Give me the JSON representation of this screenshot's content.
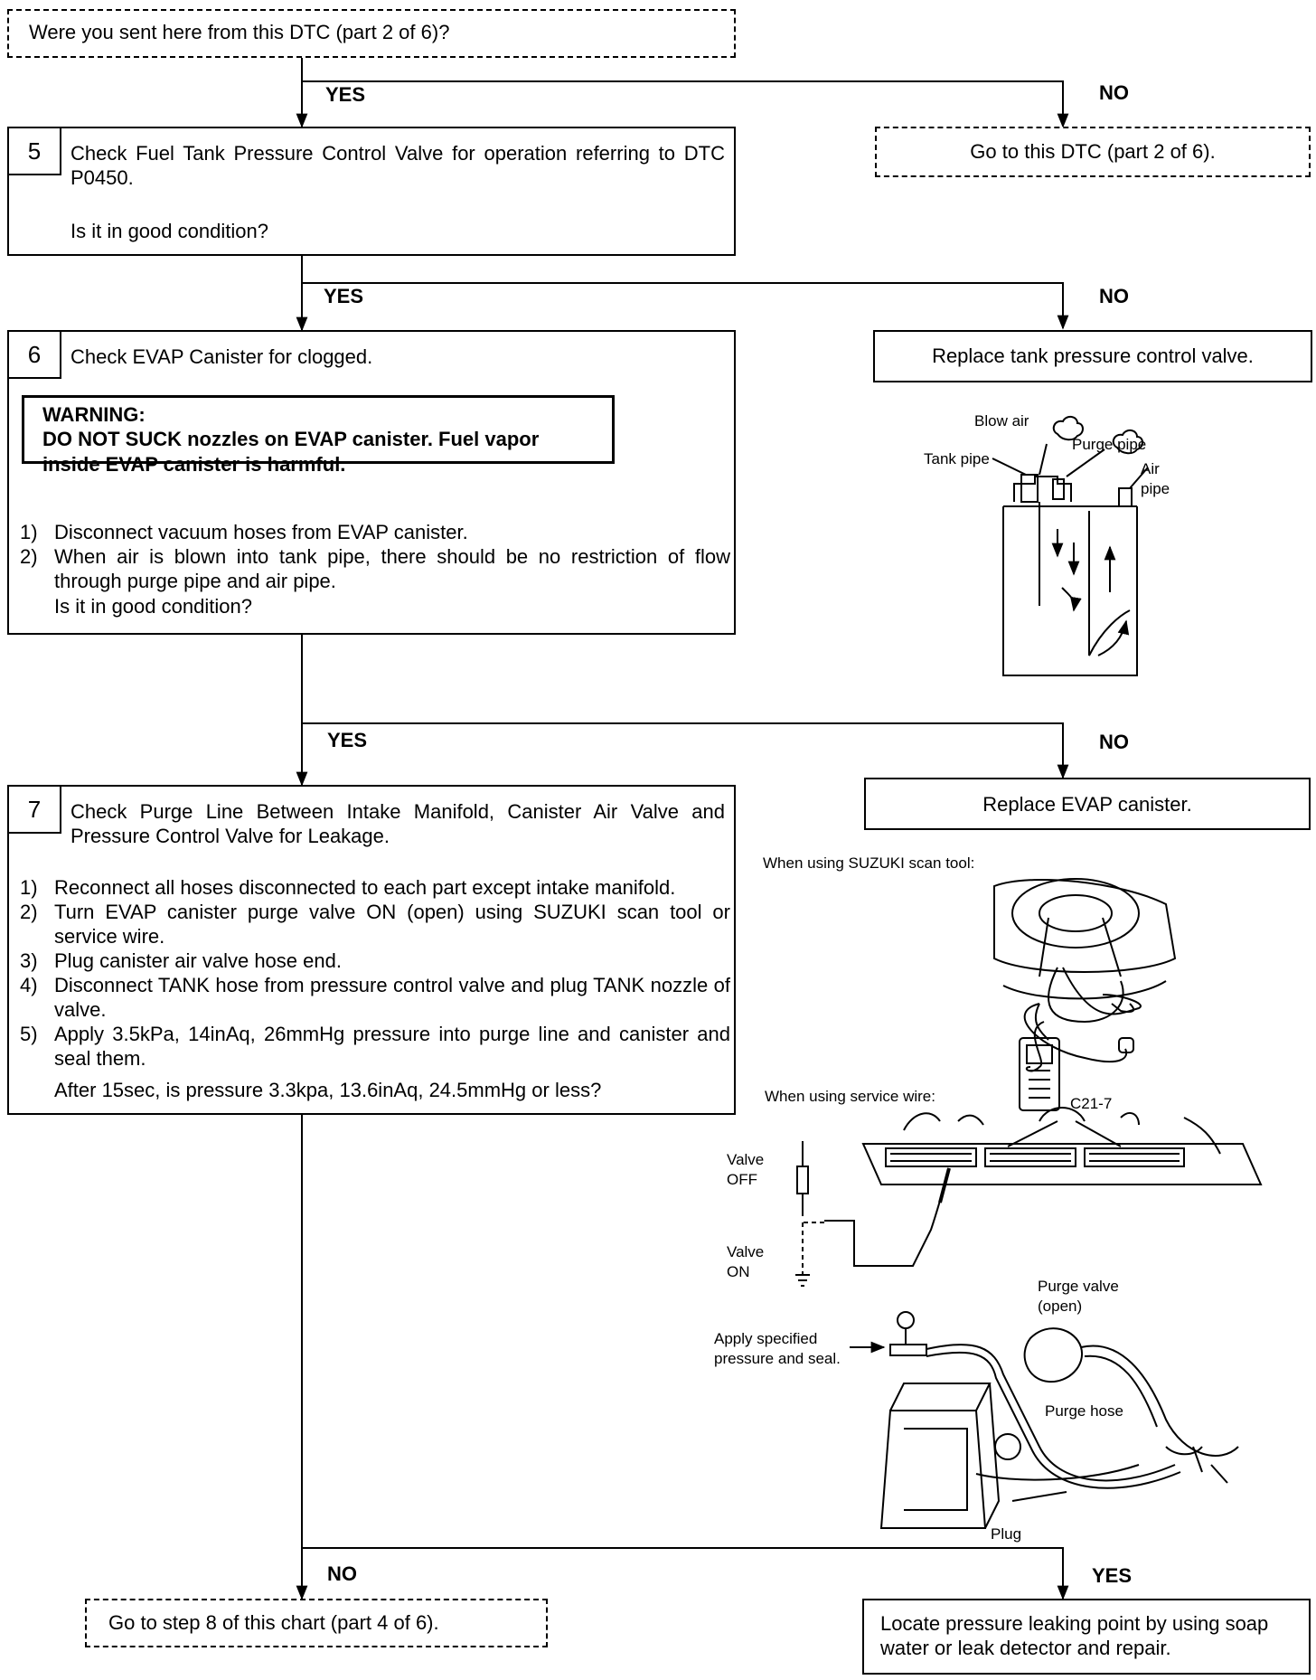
{
  "flow": {
    "intro_question": "Were you sent here from this DTC  (part 2 of 6)?",
    "yes": "YES",
    "no": "NO",
    "intro_no_action": "Go to this DTC (part 2 of 6).",
    "step5": {
      "number": "5",
      "text": "Check Fuel Tank Pressure Control Valve for operation referring to DTC P0450.",
      "question": "Is it in good condition?"
    },
    "step5_no_action": "Replace tank pressure control valve.",
    "step6": {
      "number": "6",
      "text": "Check EVAP Canister for clogged.",
      "warning_title": "WARNING:",
      "warning_text": "DO NOT SUCK nozzles on EVAP canister. Fuel vapor inside EVAP canister is harmful.",
      "items": [
        {
          "n": "1)",
          "t": "Disconnect vacuum hoses from EVAP canister."
        },
        {
          "n": "2)",
          "t": "When air is blown into tank pipe, there should be no restriction of flow through purge pipe and air pipe."
        }
      ],
      "question": "Is it in good condition?"
    },
    "step6_no_action": "Replace EVAP canister.",
    "step7": {
      "number": "7",
      "text": "Check Purge Line Between Intake Manifold, Canister Air Valve and Pressure Control Valve for Leakage.",
      "items": [
        {
          "n": "1)",
          "t": "Reconnect all hoses disconnected to each part except intake manifold."
        },
        {
          "n": "2)",
          "t": "Turn EVAP canister purge valve ON (open) using SUZUKI scan tool or service wire."
        },
        {
          "n": "3)",
          "t": "Plug canister air valve hose end."
        },
        {
          "n": "4)",
          "t": "Disconnect TANK hose from pressure control  valve and plug TANK nozzle of valve."
        },
        {
          "n": "5)",
          "t": "Apply 3.5kPa, 14inAq, 26mmHg pressure into purge line and canister and seal them."
        }
      ],
      "question": "After 15sec, is pressure 3.3kpa, 13.6inAq, 24.5mmHg or less?"
    },
    "step7_no_action": "Go to step 8 of this chart (part 4 of 6).",
    "step7_yes_action": "Locate pressure leaking point by using soap water or leak detector and repair."
  },
  "illustrations": {
    "canister": {
      "blow_air": "Blow air",
      "purge_pipe": "Purge pipe",
      "tank_pipe": "Tank pipe",
      "air_pipe": "Air pipe"
    },
    "scan_tool_caption": "When using SUZUKI scan tool:",
    "service_wire_caption": "When using service wire:",
    "connector_label": "C21-7",
    "valve_off": "Valve OFF",
    "valve_on": "Valve ON",
    "apply_pressure": "Apply specified pressure and seal.",
    "purge_valve": "Purge valve (open)",
    "purge_hose": "Purge hose",
    "plug": "Plug"
  }
}
